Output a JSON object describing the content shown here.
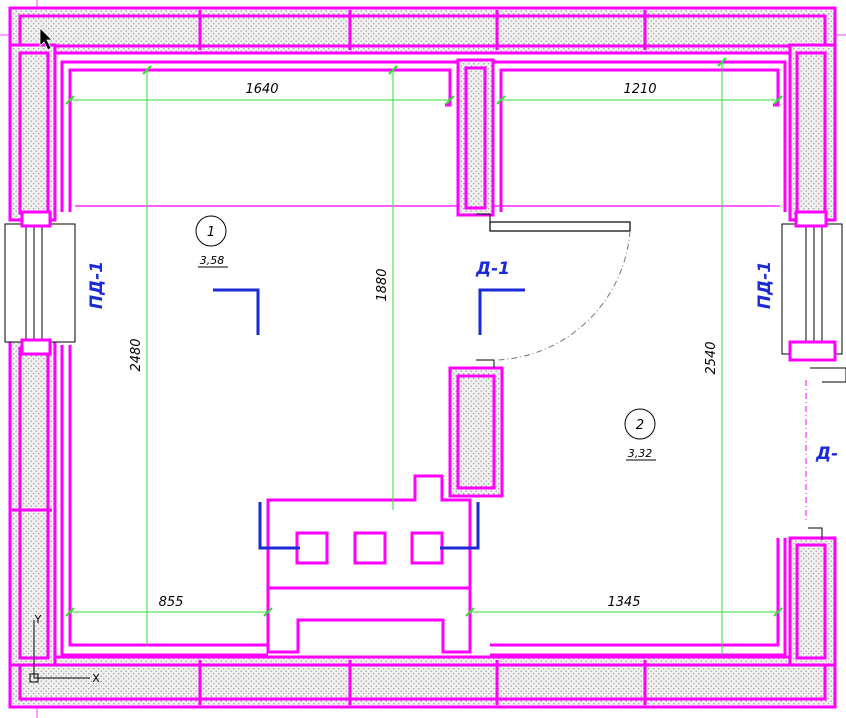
{
  "colors": {
    "wall": "#ff00ff",
    "dimension": "#33dd33",
    "label": "#1a2ad6",
    "hatch": "#bdbdbd",
    "background": "#ffffff"
  },
  "dimensions": {
    "top_left": "1640",
    "top_right": "1210",
    "middle_vertical": "1880",
    "left_vertical": "2480",
    "right_vertical": "2540",
    "bottom_left": "855",
    "bottom_right": "1345"
  },
  "rooms": [
    {
      "number": "1",
      "area": "3,58"
    },
    {
      "number": "2",
      "area": "3,32"
    }
  ],
  "labels": {
    "window_left": "ПД-1",
    "window_right": "ПД-1",
    "door_center": "Д-1",
    "door_right": "Д-"
  },
  "ucs": {
    "y_axis": "Y",
    "x_axis": "X"
  },
  "icons": {
    "cursor": "cursor-arrow-icon",
    "ucs": "ucs-icon"
  }
}
